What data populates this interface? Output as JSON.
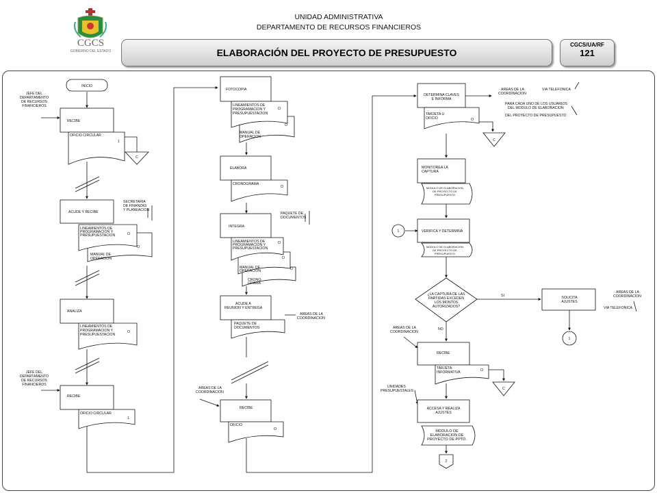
{
  "header": {
    "unit": "UNIDAD ADMINISTRATIVA",
    "department": "DEPARTAMENTO DE RECURSOS FINANCIEROS",
    "title": "ELABORACIÓN DEL PROYECTO DE PRESUPUESTO",
    "code": "CGCS/UA/RF",
    "number": "121",
    "logo_text": "CGCS",
    "logo_sub": "GOBIERNO DEL ESTADO"
  },
  "col1": {
    "start": "INICIO",
    "actor1": [
      "JEFE DEL",
      "DEPARTAMENTO",
      "DE RECURSOS",
      "FINANCIEROS"
    ],
    "recibe1": "RECIBE",
    "doc_oficio1": "OFICIO CIRCULAR",
    "n1": "1",
    "c": "C",
    "acude": "ACUDE Y RECIBE",
    "secretaria": [
      "SECRETARIA",
      "DE FINANZAS",
      "Y PLANEACION"
    ],
    "lineamientos": [
      "LINEAMIENTOS DE",
      "PROGRAMACION Y",
      "PRESUPUESTACION"
    ],
    "manual": [
      "MANUAL DE",
      "OPERACION"
    ],
    "analiza": "ANALIZA",
    "actor2": [
      "JEFE DEL",
      "DEPARTAMENTO",
      "DE RECURSOS",
      "FINANCIEROS"
    ],
    "recibe2": "RECIBE",
    "doc_oficio2": "OFICIO CIRCULAR"
  },
  "col2": {
    "fotocopia": "FOTOCOPIA",
    "elabora": "ELABORA",
    "cronograma": "CRONOGRAMA",
    "integra": "INTEGRA",
    "paquete": [
      "PAQUETE DE",
      "DOCUMENTOS"
    ],
    "crono2": [
      "CRONO-",
      "GRAMA"
    ],
    "acude": [
      "ACUDE A",
      "REUNION Y ENTREGA"
    ],
    "areas": [
      "AREAS DE LA",
      "COORDINACION"
    ],
    "recibe": "RECIBE",
    "oficio": "OFICIO",
    "o": "O"
  },
  "col3": {
    "determina": [
      "DETERMINA CLAVES",
      "E INFORMA"
    ],
    "areas": [
      "AREAS DE LA",
      "COORDINACION"
    ],
    "via_tel": "VIA TELEFONICA",
    "tarjeta": [
      "TARJETA U",
      "OFICIO"
    ],
    "para_cada": [
      "PARA CADA UNO DE LOS USUARIOS",
      "DEL MODULO DE ELABORACION",
      "DEL PROYECTO DE PRESUPUESTO"
    ],
    "monitorea": [
      "MONITOREA LA",
      "CAPTURA"
    ],
    "modulo_small": [
      "MODULO DE ELABORACION",
      "DE PROYECTO DE",
      "PRESUPUESTO"
    ],
    "verifica": "VERIFICA Y DETERMINA",
    "decision": [
      "¿LA CAPTURA DE LAS",
      "PARTIDAS EXCEDEN",
      "LOS MONTOS",
      "AUTORIZADOS?"
    ],
    "si": "SI",
    "no": "NO",
    "solicita": [
      "SOLICITA",
      "AJUSTES"
    ],
    "recibe": "RECIBE",
    "tarjeta_inf": [
      "TARJETA",
      "INFORMATIVA"
    ],
    "unidades": [
      "UNIDADES",
      "PRESUPUESTALES"
    ],
    "accesa": [
      "ACCESA Y REALIZA",
      "AJUSTES"
    ],
    "modulo_big": [
      "MODULO DE",
      "ELABORACION DE",
      "PROYECTO DE PPTO."
    ],
    "conn1": "1",
    "conn2": "2"
  }
}
